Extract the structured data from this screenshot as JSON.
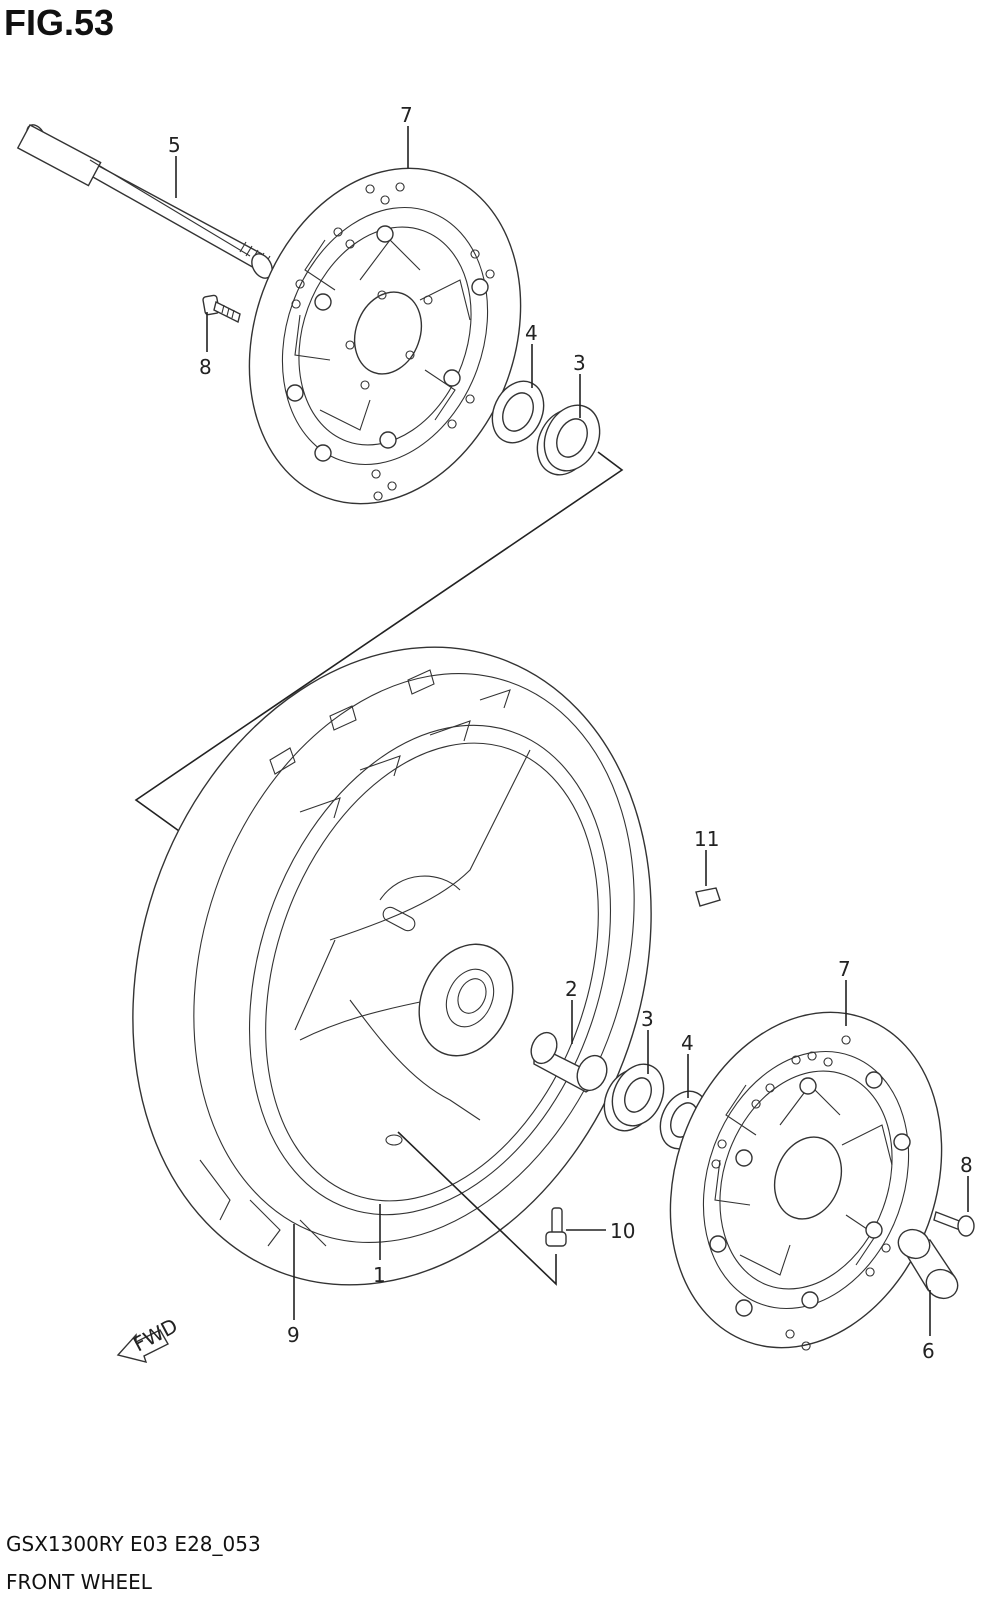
{
  "figure": {
    "title": "FIG.53"
  },
  "footer": {
    "model_code": "GSX1300RY E03 E28_053",
    "section_name": "FRONT WHEEL"
  },
  "callouts": {
    "c1": "1",
    "c2": "2",
    "c3a": "3",
    "c3b": "3",
    "c4a": "4",
    "c4b": "4",
    "c5": "5",
    "c6": "6",
    "c7a": "7",
    "c7b": "7",
    "c8a": "8",
    "c8b": "8",
    "c9": "9",
    "c10": "10",
    "c11": "11"
  },
  "direction_arrow": {
    "label": "FWD"
  }
}
